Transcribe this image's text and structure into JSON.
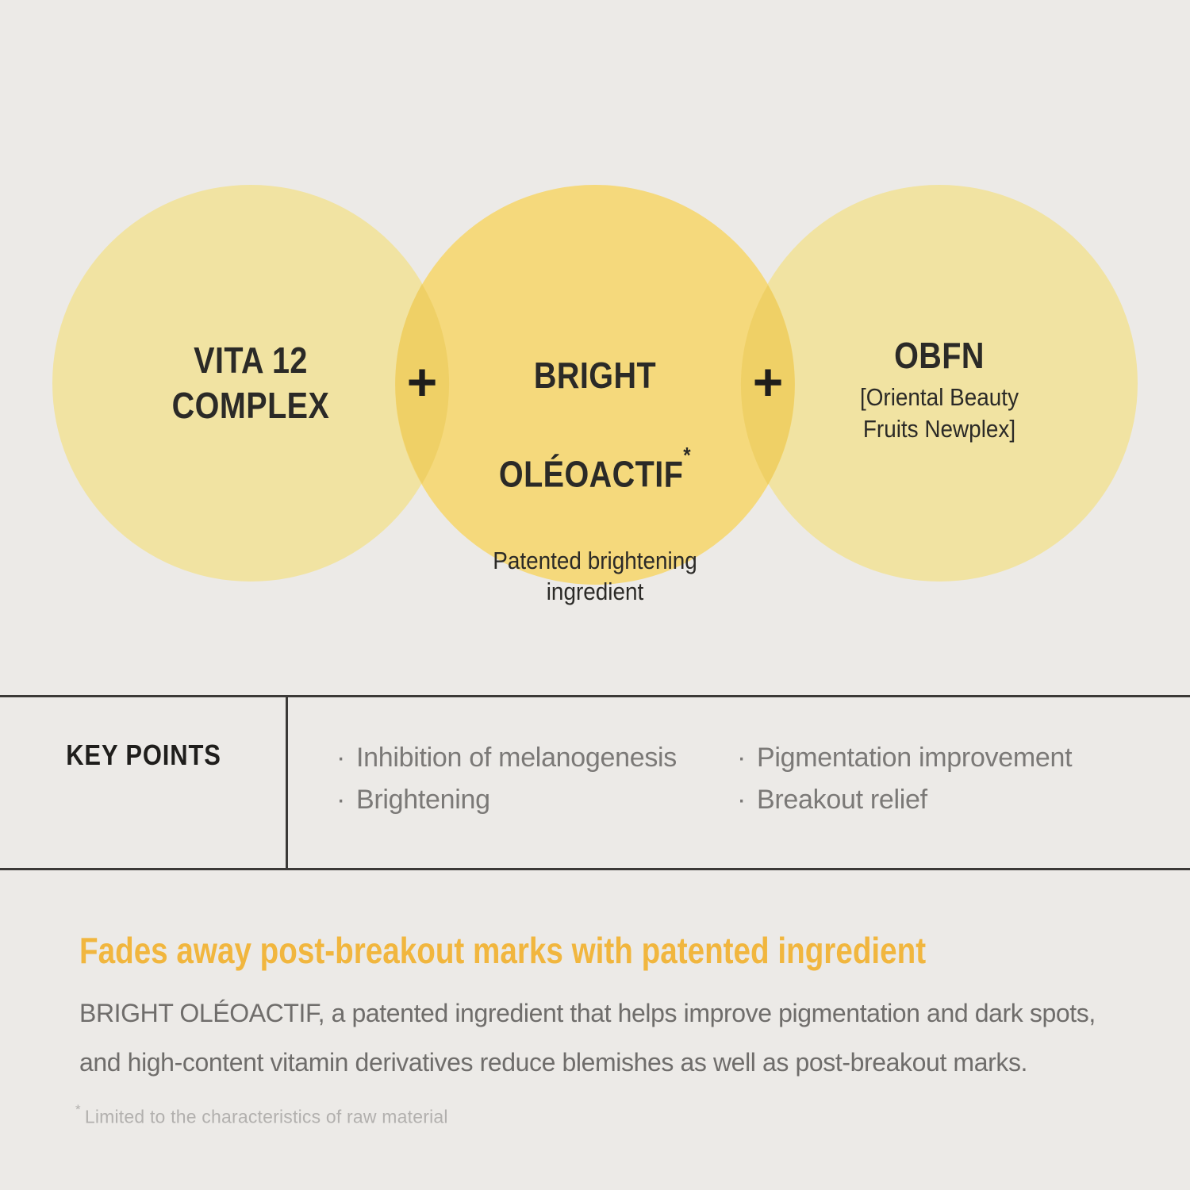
{
  "colors": {
    "background": "#ECEAE7",
    "side_circle": "#F1E3A2",
    "center_circle": "#F5D97C",
    "overlap": "#EFD066",
    "heading_accent": "#F1B63E"
  },
  "plus_sign": "+",
  "circles": [
    {
      "title": "VITA 12\nCOMPLEX"
    },
    {
      "title_line1": "BRIGHT",
      "title_line2": "OLÉOACTIF",
      "title_asterisk": "*",
      "subtitle": "Patented brightening\ningredient"
    },
    {
      "title": "OBFN",
      "subtitle": "[Oriental Beauty\nFruits Newplex]"
    }
  ],
  "key_points": {
    "label": "KEY POINTS",
    "bullet": "·",
    "columns": [
      [
        "Inhibition of melanogenesis",
        "Brightening"
      ],
      [
        "Pigmentation improvement",
        "Breakout relief"
      ]
    ]
  },
  "description": {
    "heading": "Fades away post-breakout marks with patented ingredient",
    "body": "BRIGHT OLÉOACTIF, a patented ingredient that helps improve pigmentation and dark spots,\nand high-content vitamin derivatives reduce blemishes as well as post-breakout marks.",
    "footnote_mark": "*",
    "footnote": "Limited to the characteristics of raw material"
  }
}
